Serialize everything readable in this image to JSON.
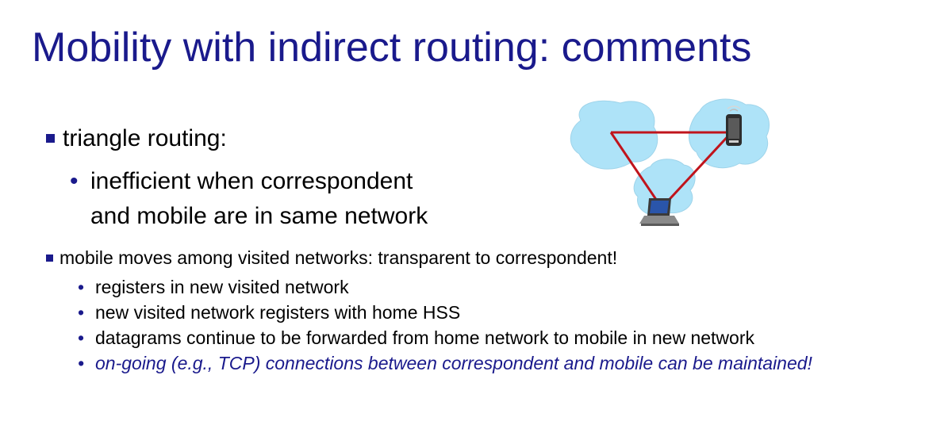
{
  "title": "Mobility with indirect routing: comments",
  "bullets": [
    {
      "text": "triangle routing:",
      "sub": [
        {
          "line1": "inefficient when correspondent",
          "line2": "and mobile are in same network"
        }
      ]
    },
    {
      "text": "mobile moves among visited networks: transparent to correspondent!",
      "sub": [
        "registers in new visited network",
        "new visited network registers with home HSS",
        "datagrams continue to be forwarded from home network to mobile in new network",
        "on-going (e.g., TCP) connections between correspondent and mobile can be maintained!"
      ]
    }
  ],
  "colors": {
    "title": "#1a1a8c",
    "cloud": "#aee3f8",
    "triangle": "#c0141c"
  },
  "icons": [
    "cloud-icon",
    "smartphone-icon",
    "computer-icon"
  ]
}
